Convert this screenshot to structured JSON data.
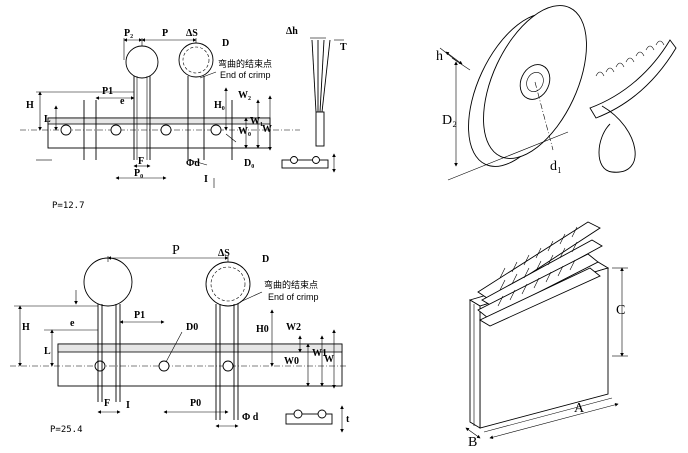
{
  "top_left": {
    "pitch_caption": "P=12.7",
    "labels": {
      "p2": "P₂",
      "p": "P",
      "delta_s": "ΔS",
      "d": "D",
      "p1": "P1",
      "e": "e",
      "h": "H",
      "l": "L",
      "w2": "W₂",
      "h0": "H₀",
      "w0": "W₀",
      "w1": "W₁",
      "w": "W",
      "f": "F",
      "phi_d": "Φd",
      "d0": "D₀",
      "p0": "P₀",
      "i": "I",
      "delta_h": "Δh",
      "t": "T"
    },
    "crimp_cn": "弯曲的结束点",
    "crimp_en": "End of crimp"
  },
  "bottom_left": {
    "pitch_caption": "P=25.4",
    "labels": {
      "p": "P",
      "delta_s": "ΔS",
      "d": "D",
      "e": "e",
      "p1": "P1",
      "d0": "D0",
      "h": "H",
      "l": "L",
      "h0": "H0",
      "w2": "W2",
      "w0": "W0",
      "w1": "W1",
      "w": "W",
      "f": "F",
      "i": "I",
      "p0": "P0",
      "phi_d": "Φ d",
      "t": "t"
    },
    "crimp_cn": "弯曲的结束点",
    "crimp_en": "End of crimp"
  },
  "top_right": {
    "labels": {
      "h": "h",
      "d2": "D₂",
      "d1": "d₁"
    }
  },
  "bottom_right": {
    "labels": {
      "c": "C",
      "a": "A",
      "b": "B"
    }
  }
}
